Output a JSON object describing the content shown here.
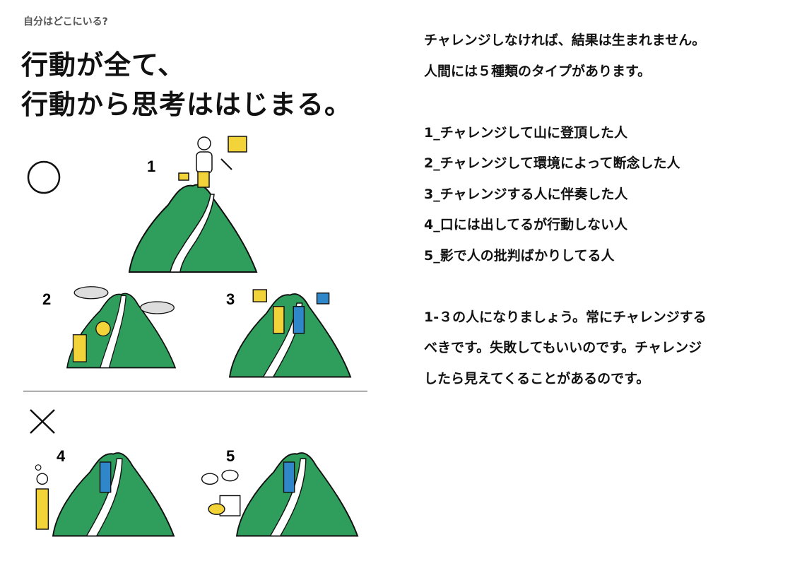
{
  "header": {
    "subtitle": "自分はどこにいる?",
    "title_line1": "行動が全て、",
    "title_line2": "行動から思考ははじまる。"
  },
  "illustration": {
    "good_mark": "○",
    "bad_mark": "×",
    "labels": [
      "1",
      "2",
      "3",
      "4",
      "5"
    ],
    "colors": {
      "mountain": "#2f9e5c",
      "yellow": "#f2d33a",
      "blue": "#2f86c9",
      "outline": "#111111"
    }
  },
  "body": {
    "intro": [
      "チャレンジしなければ、結果は生まれません。",
      "人間には５種類のタイプがあります。"
    ],
    "types": [
      "1_チャレンジして山に登頂した人",
      "2_チャレンジして環境によって断念した人",
      "3_チャレンジする人に伴奏した人",
      "4_口には出してるが行動しない人",
      "5_影で人の批判ばかりしてる人"
    ],
    "conclusion": [
      "1-３の人になりましょう。常にチャレンジする",
      "べきです。失敗してもいいのです。チャレンジ",
      "したら見えてくることがあるのです。"
    ]
  }
}
